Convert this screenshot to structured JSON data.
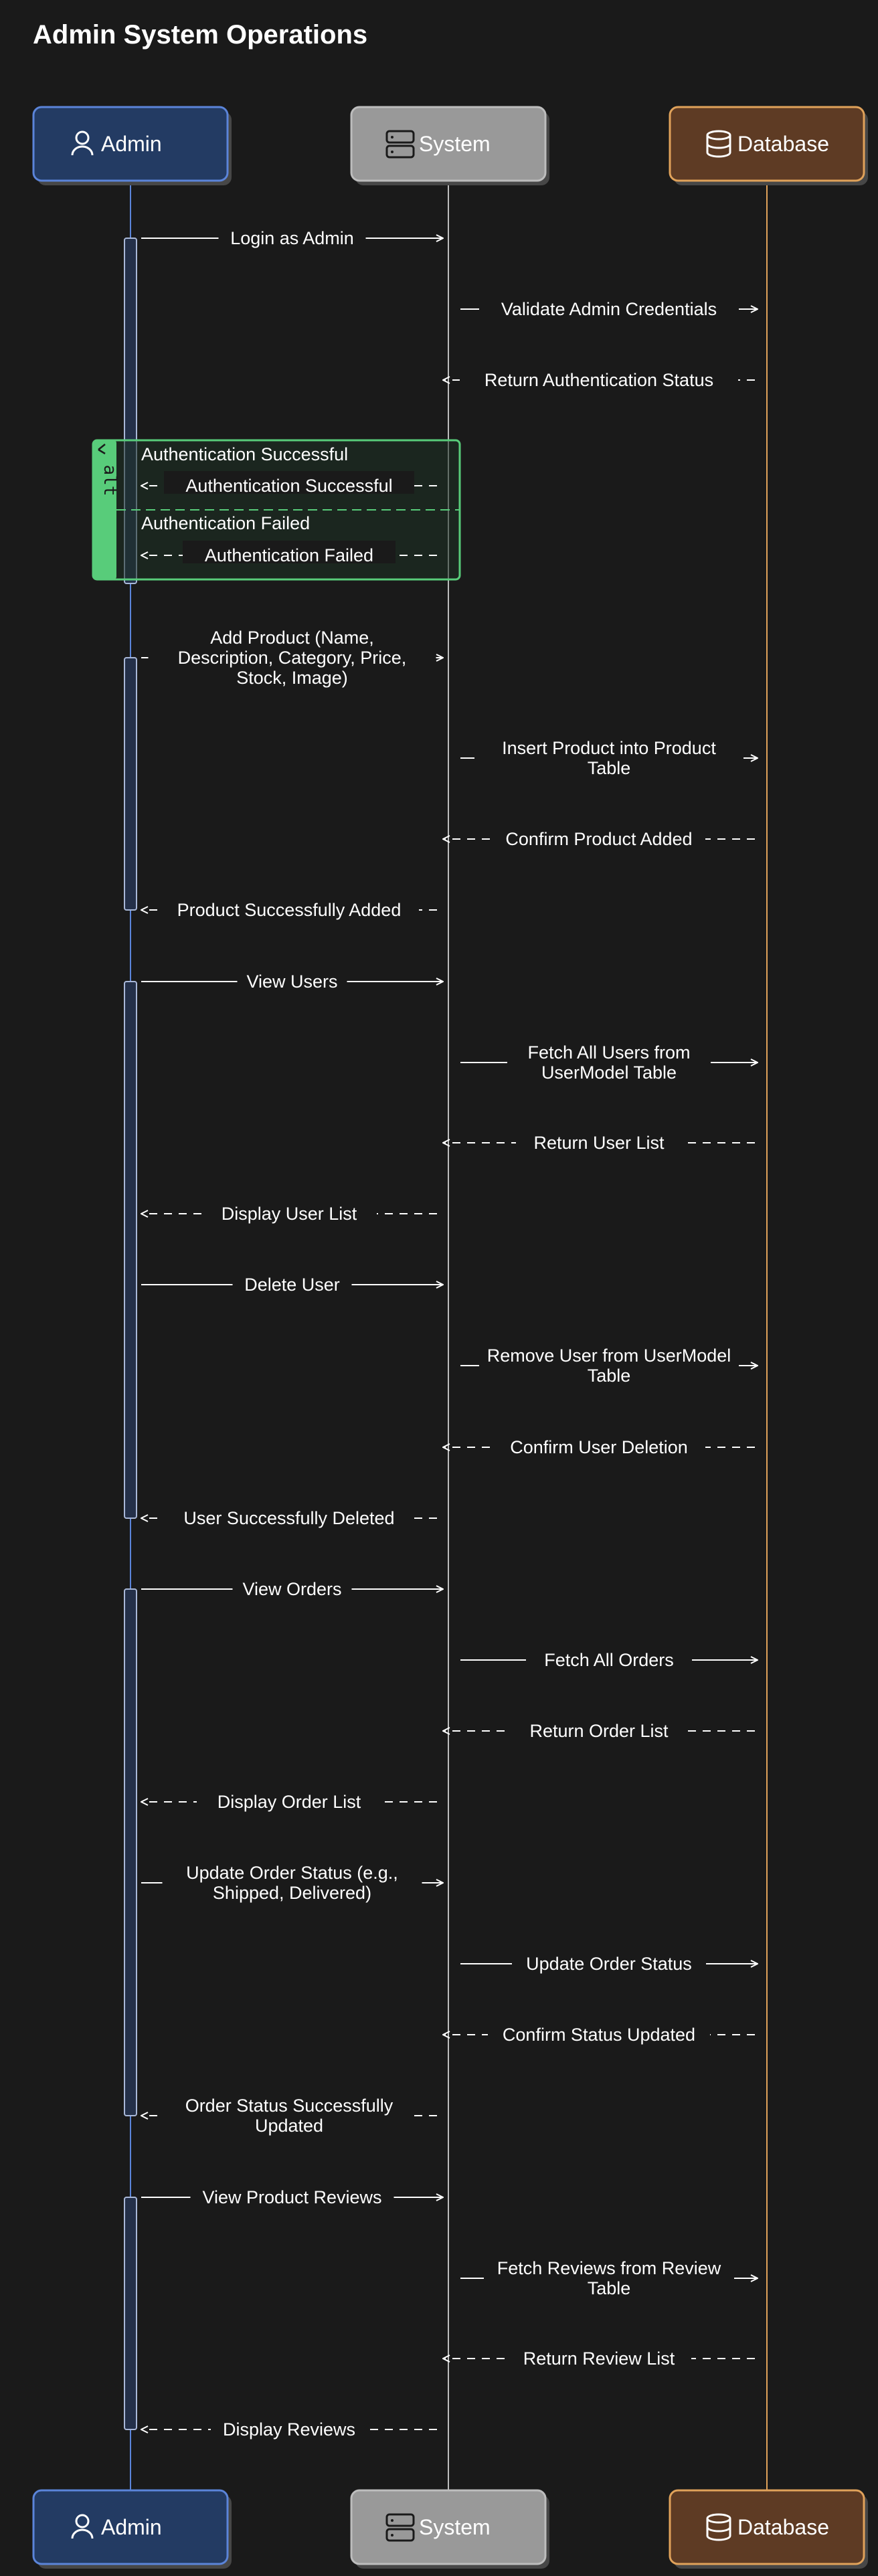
{
  "title": "Admin System Operations",
  "colors": {
    "background": "#1a1a1a",
    "admin": "#233b63",
    "admin_border": "#5b84d9",
    "system": "#999999",
    "system_border": "#bdbdbd",
    "database": "#5e3b24",
    "database_border": "#e0a25a",
    "alt": "#58cc7a"
  },
  "participants": [
    {
      "id": "admin",
      "label": "Admin",
      "icon": "user-icon"
    },
    {
      "id": "system",
      "label": "System",
      "icon": "server-icon"
    },
    {
      "id": "database",
      "label": "Database",
      "icon": "database-icon"
    }
  ],
  "messages": [
    {
      "from": "admin",
      "to": "system",
      "lines": [
        "Login as Admin"
      ],
      "style": "solid"
    },
    {
      "from": "system",
      "to": "database",
      "lines": [
        "Validate Admin Credentials"
      ],
      "style": "solid"
    },
    {
      "from": "database",
      "to": "system",
      "lines": [
        "Return Authentication Status"
      ],
      "style": "dashed"
    },
    {
      "from": "system",
      "to": "admin",
      "lines": [
        "Authentication Successful"
      ],
      "style": "dashed"
    },
    {
      "from": "system",
      "to": "admin",
      "lines": [
        "Authentication Failed"
      ],
      "style": "dashed"
    },
    {
      "from": "admin",
      "to": "system",
      "lines": [
        "Add Product (Name,",
        "Description, Category, Price,",
        "Stock, Image)"
      ],
      "style": "solid"
    },
    {
      "from": "system",
      "to": "database",
      "lines": [
        "Insert Product into Product",
        "Table"
      ],
      "style": "solid"
    },
    {
      "from": "database",
      "to": "system",
      "lines": [
        "Confirm Product Added"
      ],
      "style": "dashed"
    },
    {
      "from": "system",
      "to": "admin",
      "lines": [
        "Product Successfully Added"
      ],
      "style": "dashed"
    },
    {
      "from": "admin",
      "to": "system",
      "lines": [
        "View Users"
      ],
      "style": "solid"
    },
    {
      "from": "system",
      "to": "database",
      "lines": [
        "Fetch All Users from",
        "UserModel Table"
      ],
      "style": "solid"
    },
    {
      "from": "database",
      "to": "system",
      "lines": [
        "Return User List"
      ],
      "style": "dashed"
    },
    {
      "from": "system",
      "to": "admin",
      "lines": [
        "Display User List"
      ],
      "style": "dashed"
    },
    {
      "from": "admin",
      "to": "system",
      "lines": [
        "Delete User"
      ],
      "style": "solid"
    },
    {
      "from": "system",
      "to": "database",
      "lines": [
        "Remove User from UserModel",
        "Table"
      ],
      "style": "solid"
    },
    {
      "from": "database",
      "to": "system",
      "lines": [
        "Confirm User Deletion"
      ],
      "style": "dashed"
    },
    {
      "from": "system",
      "to": "admin",
      "lines": [
        "User Successfully Deleted"
      ],
      "style": "dashed"
    },
    {
      "from": "admin",
      "to": "system",
      "lines": [
        "View Orders"
      ],
      "style": "solid"
    },
    {
      "from": "system",
      "to": "database",
      "lines": [
        "Fetch All Orders"
      ],
      "style": "solid"
    },
    {
      "from": "database",
      "to": "system",
      "lines": [
        "Return Order List"
      ],
      "style": "dashed"
    },
    {
      "from": "system",
      "to": "admin",
      "lines": [
        "Display Order List"
      ],
      "style": "dashed"
    },
    {
      "from": "admin",
      "to": "system",
      "lines": [
        "Update Order Status (e.g.,",
        "Shipped, Delivered)"
      ],
      "style": "solid"
    },
    {
      "from": "system",
      "to": "database",
      "lines": [
        "Update Order Status"
      ],
      "style": "solid"
    },
    {
      "from": "database",
      "to": "system",
      "lines": [
        "Confirm Status Updated"
      ],
      "style": "dashed"
    },
    {
      "from": "system",
      "to": "admin",
      "lines": [
        "Order Status Successfully",
        "Updated"
      ],
      "style": "dashed"
    },
    {
      "from": "admin",
      "to": "system",
      "lines": [
        "View Product Reviews"
      ],
      "style": "solid"
    },
    {
      "from": "system",
      "to": "database",
      "lines": [
        "Fetch Reviews from Review",
        "Table"
      ],
      "style": "solid"
    },
    {
      "from": "database",
      "to": "system",
      "lines": [
        "Return Review List"
      ],
      "style": "dashed"
    },
    {
      "from": "system",
      "to": "admin",
      "lines": [
        "Display Reviews"
      ],
      "style": "dashed"
    }
  ],
  "alt_block": {
    "tag": "alt",
    "sections": [
      "Authentication Successful",
      "Authentication Failed"
    ]
  }
}
